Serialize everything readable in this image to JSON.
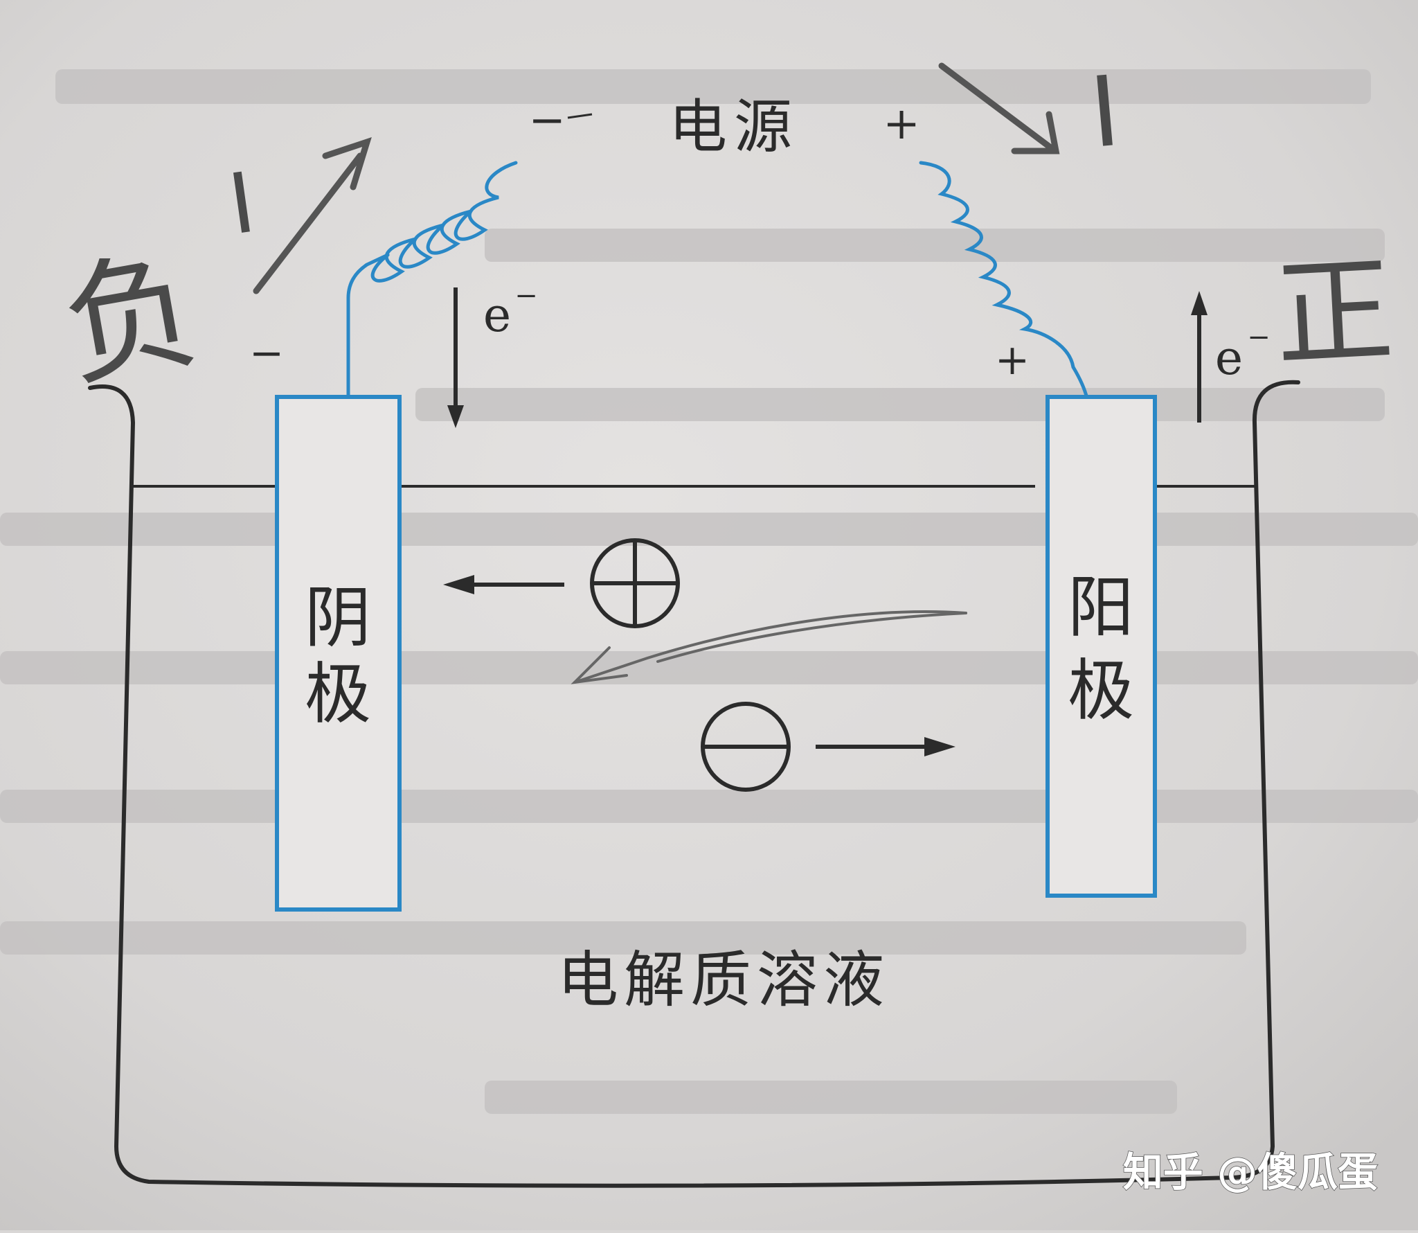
{
  "power_source": {
    "label": "电源",
    "neg_sign": "−",
    "pos_sign": "+"
  },
  "cathode": {
    "label_top": "阴",
    "label_bottom": "极",
    "sign": "−"
  },
  "anode": {
    "label_top": "阳",
    "label_bottom": "极",
    "sign": "+"
  },
  "electron_label": "e",
  "electron_charge": "−",
  "solution_label": "电解质溶液",
  "cation_symbol": "⊕",
  "anion_symbol": "⊖",
  "handwriting": {
    "left_pole": "负",
    "right_pole": "正",
    "left_current": "I",
    "right_current": "I"
  },
  "watermark": "知乎 @傻瓜蛋",
  "colors": {
    "wire": "#2a88c6",
    "ink": "#2b2b2b",
    "paper": "#d9d7d6",
    "pencil": "#555555"
  }
}
